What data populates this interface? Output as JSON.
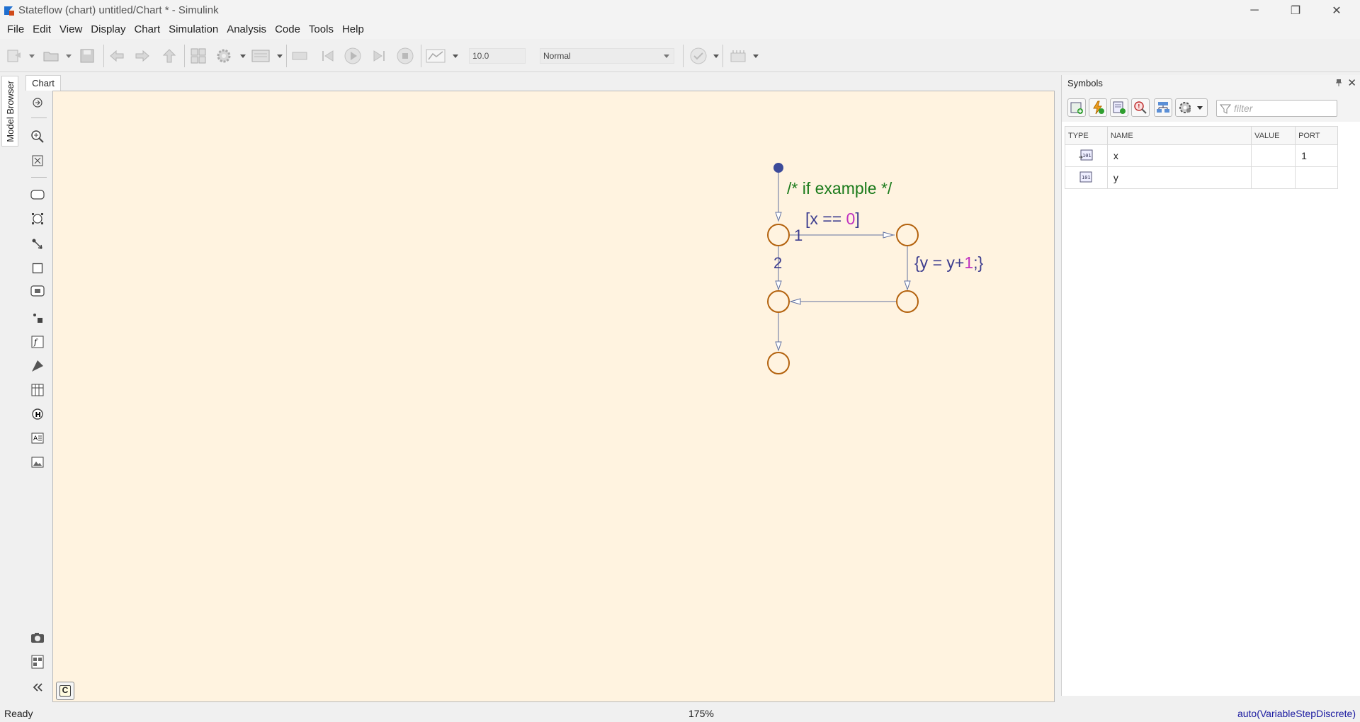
{
  "window": {
    "title": "Stateflow (chart) untitled/Chart * - Simulink",
    "controls": {
      "minimize": "─",
      "restore": "❐",
      "close": "✕"
    }
  },
  "menu": [
    "File",
    "Edit",
    "View",
    "Display",
    "Chart",
    "Simulation",
    "Analysis",
    "Code",
    "Tools",
    "Help"
  ],
  "toolbar": {
    "stop_time": "10.0",
    "sim_mode": "Normal"
  },
  "model_browser": {
    "label": "Model Browser"
  },
  "editor": {
    "tab_label": "Chart",
    "corner_button": "C"
  },
  "chart": {
    "comment": "/* if example */",
    "condition_prefix": "[x == ",
    "condition_value": "0",
    "condition_suffix": "]",
    "action_prefix": "{y = y+",
    "action_value": "1",
    "action_suffix": ";}",
    "order_1": "1",
    "order_2": "2",
    "colors": {
      "background": "#fff3e0",
      "junction": "#b3620e",
      "transition": "#6070a0",
      "default_dot": "#3c4a9a",
      "comment": "#1a7a1a",
      "label": "#3d3d8f",
      "number": "#c030c0"
    }
  },
  "symbols_panel": {
    "title": "Symbols",
    "filter_placeholder": "filter",
    "columns": [
      "TYPE",
      "NAME",
      "VALUE",
      "PORT"
    ],
    "rows": [
      {
        "type_icon": "input-data-icon",
        "name": "x",
        "value": "",
        "port": "1"
      },
      {
        "type_icon": "local-data-icon",
        "name": "y",
        "value": "",
        "port": ""
      }
    ]
  },
  "status": {
    "left": "Ready",
    "zoom": "175%",
    "solver": "auto(VariableStepDiscrete)"
  }
}
